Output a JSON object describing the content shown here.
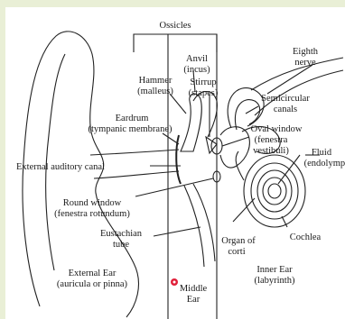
{
  "labels": {
    "ossicles": "Ossicles",
    "anvil_1": "Anvil",
    "anvil_2": "(incus)",
    "hammer_1": "Hammer",
    "hammer_2": "(malleus)",
    "stirrup_1": "Stirrup",
    "stirrup_2": "(stapes)",
    "eighth_1": "Eighth",
    "eighth_2": "nerve",
    "semi_1": "Semicircular",
    "semi_2": "canals",
    "eardrum_1": "Eardrum",
    "eardrum_2": "(tympanic membrane)",
    "oval_1": "Oval window",
    "oval_2": "(fenestra",
    "oval_3": "vestibuli)",
    "fluid_1": "Fluid",
    "fluid_2": "(endolymph",
    "ext_canal": "External auditory canal",
    "round_1": "Round window",
    "round_2": "(fenestra rotundum)",
    "eustachian_1": "Eustachian",
    "eustachian_2": "tube",
    "cochlea": "Cochlea",
    "organ_1": "Organ of",
    "organ_2": "corti",
    "ext_ear_1": "External Ear",
    "ext_ear_2": "(auricula or pinna)",
    "middle_1": "Middle",
    "middle_2": "Ear",
    "inner_1": "Inner Ear",
    "inner_2": "(labyrinth)"
  },
  "colors": {
    "background": "#e9efd6",
    "panel": "#ffffff",
    "ink": "#222222",
    "cursor_dot": "#e0203a"
  }
}
